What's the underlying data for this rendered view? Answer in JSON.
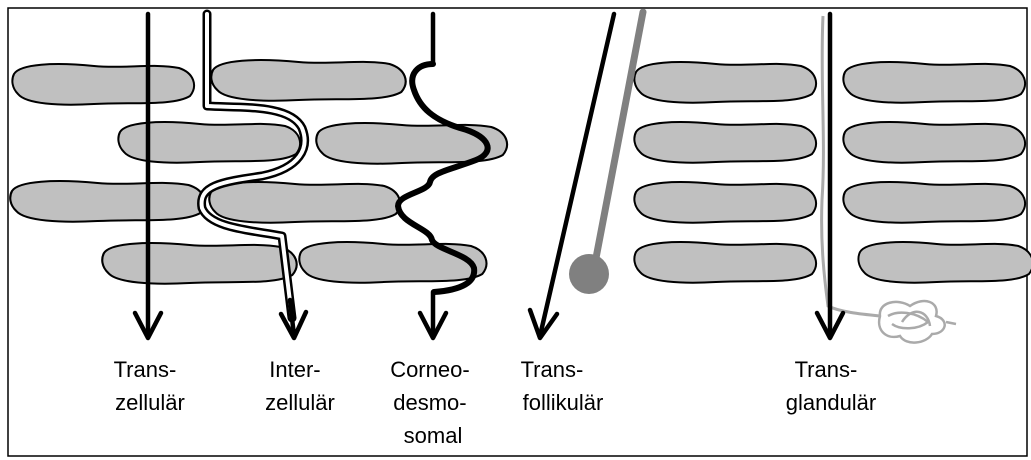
{
  "diagram": {
    "labels": {
      "transcellular": [
        "Trans-",
        "zellulär"
      ],
      "intercellular": [
        "Inter-",
        "zellulär"
      ],
      "corneodesmosomal": [
        "Corneo-",
        "desmo-",
        "somal"
      ],
      "transfollicular": [
        "Trans-",
        "follikulär"
      ],
      "transglandular": [
        "Trans-",
        "glandulär"
      ]
    },
    "colors": {
      "cell_fill": "#c0c0c0",
      "arrow": "#000000",
      "hair": "#808080",
      "gland": "#aaaaaa",
      "border": "#000000"
    }
  }
}
